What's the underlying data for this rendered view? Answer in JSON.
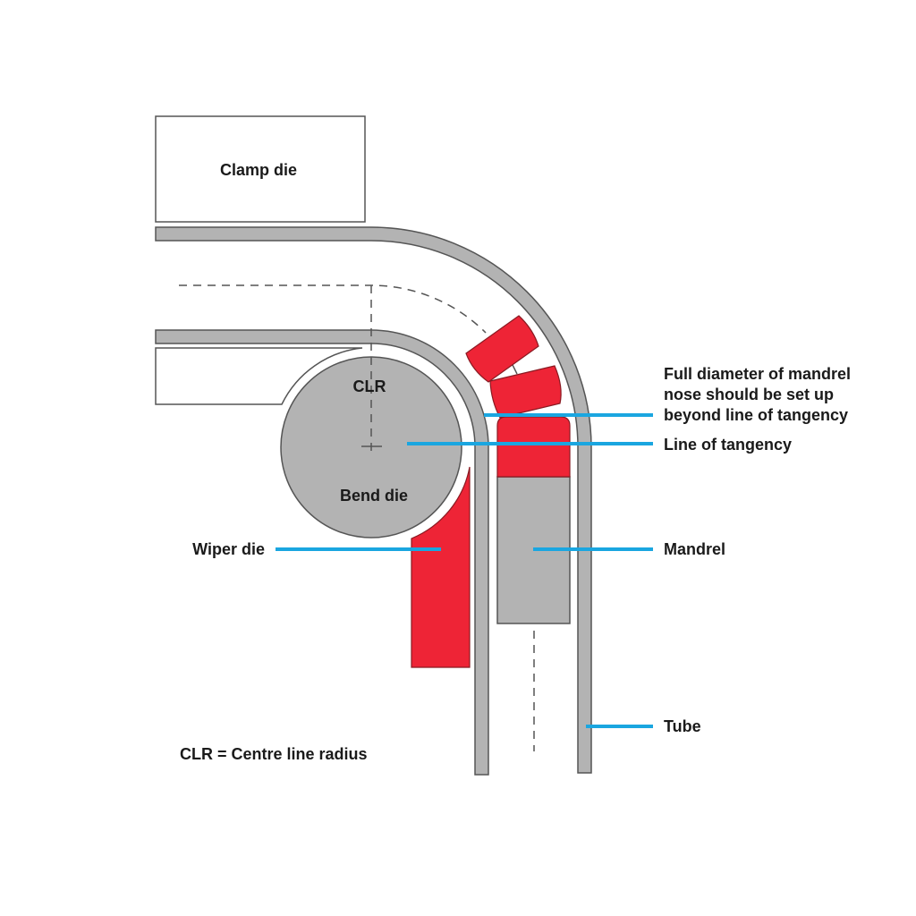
{
  "diagram": {
    "title": "Tube bending tooling setup",
    "colors": {
      "tooling_gray": "#b3b3b3",
      "mandrel_nose_red": "#ee2436",
      "leader_blue": "#1aa6e0",
      "outline": "#555555"
    },
    "parts": {
      "clamp_die": "Clamp die",
      "bend_die": "Bend die",
      "clr": "CLR"
    },
    "callouts": {
      "mandrel_nose_line1": "Full diameter of mandrel",
      "mandrel_nose_line2": "nose should be set up",
      "mandrel_nose_line3": "beyond line of tangency",
      "line_of_tangency": "Line of tangency",
      "wiper_die": "Wiper die",
      "mandrel": "Mandrel",
      "tube": "Tube"
    },
    "legend": "CLR = Centre line radius"
  }
}
